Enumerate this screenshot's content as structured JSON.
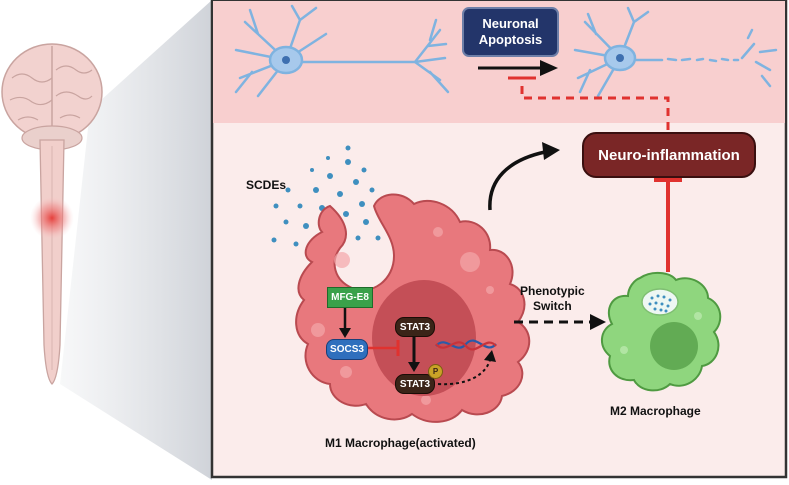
{
  "labels": {
    "neuronal_apoptosis_line1": "Neuronal",
    "neuronal_apoptosis_line2": "Apoptosis",
    "neuroinflammation": "Neuro-inflammation",
    "scdes": "SCDEs",
    "mfge8": "MFG-E8",
    "socs3": "SOCS3",
    "stat3_top": "STAT3",
    "stat3_bottom": "STAT3",
    "phospho": "P",
    "phenotypic_line1": "Phenotypic",
    "phenotypic_line2": "Switch",
    "m1": "M1 Macrophage(activated)",
    "m2": "M2 Macrophage"
  },
  "colors": {
    "top_band": "#f8cfcf",
    "panel_bg": "#fbeceb",
    "m1_body": "#e8787d",
    "m2_body": "#8fd67e",
    "neuroinflammation_fill": "#7a2626",
    "apoptosis_fill": "#23356a",
    "mfge8_fill": "#3aa14a",
    "socs3_fill": "#2f6fbd",
    "stat3_fill": "#3b2418",
    "inhibit_red": "#e0322f",
    "neuron_blue": "#7fb3e0"
  }
}
